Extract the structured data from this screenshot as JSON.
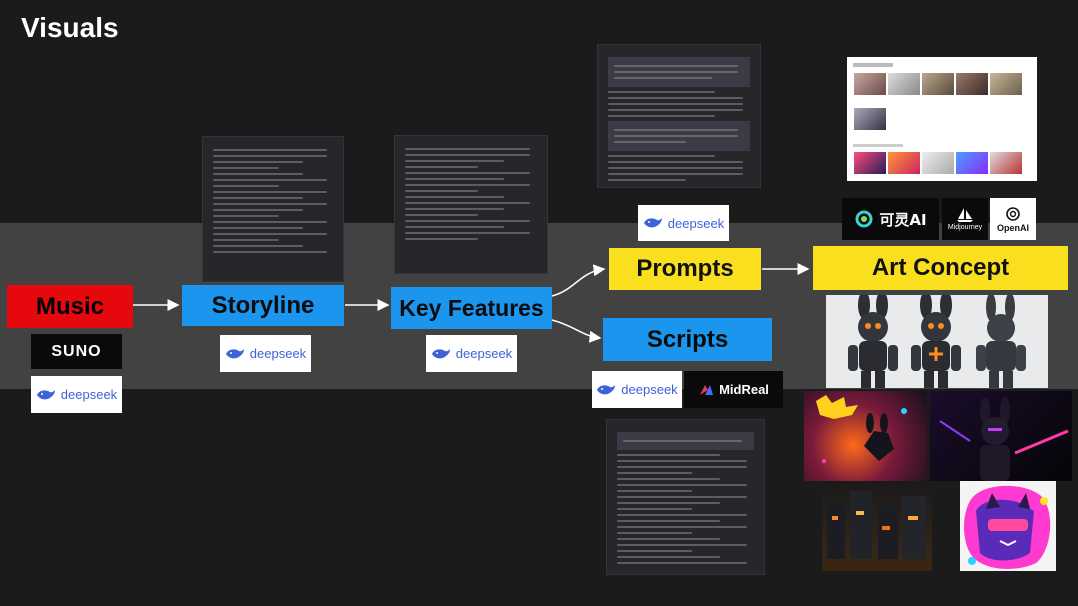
{
  "page": {
    "title": "Visuals"
  },
  "nodes": {
    "music": "Music",
    "storyline": "Storyline",
    "key_features": "Key Features",
    "prompts": "Prompts",
    "scripts": "Scripts",
    "art_concept": "Art Concept"
  },
  "logos": {
    "suno": "SUNO",
    "deepseek": "deepseek",
    "midreal": "MidReal",
    "kling": "可灵AI",
    "midjourney": "Midjourney",
    "openai": "OpenAI"
  },
  "colors": {
    "music": "#e6080d",
    "flow_blue": "#1b95ee",
    "flow_yellow": "#fadf1e",
    "band": "#424242",
    "background": "#1b1b1b",
    "deepseek_blue": "#3e63d8"
  }
}
